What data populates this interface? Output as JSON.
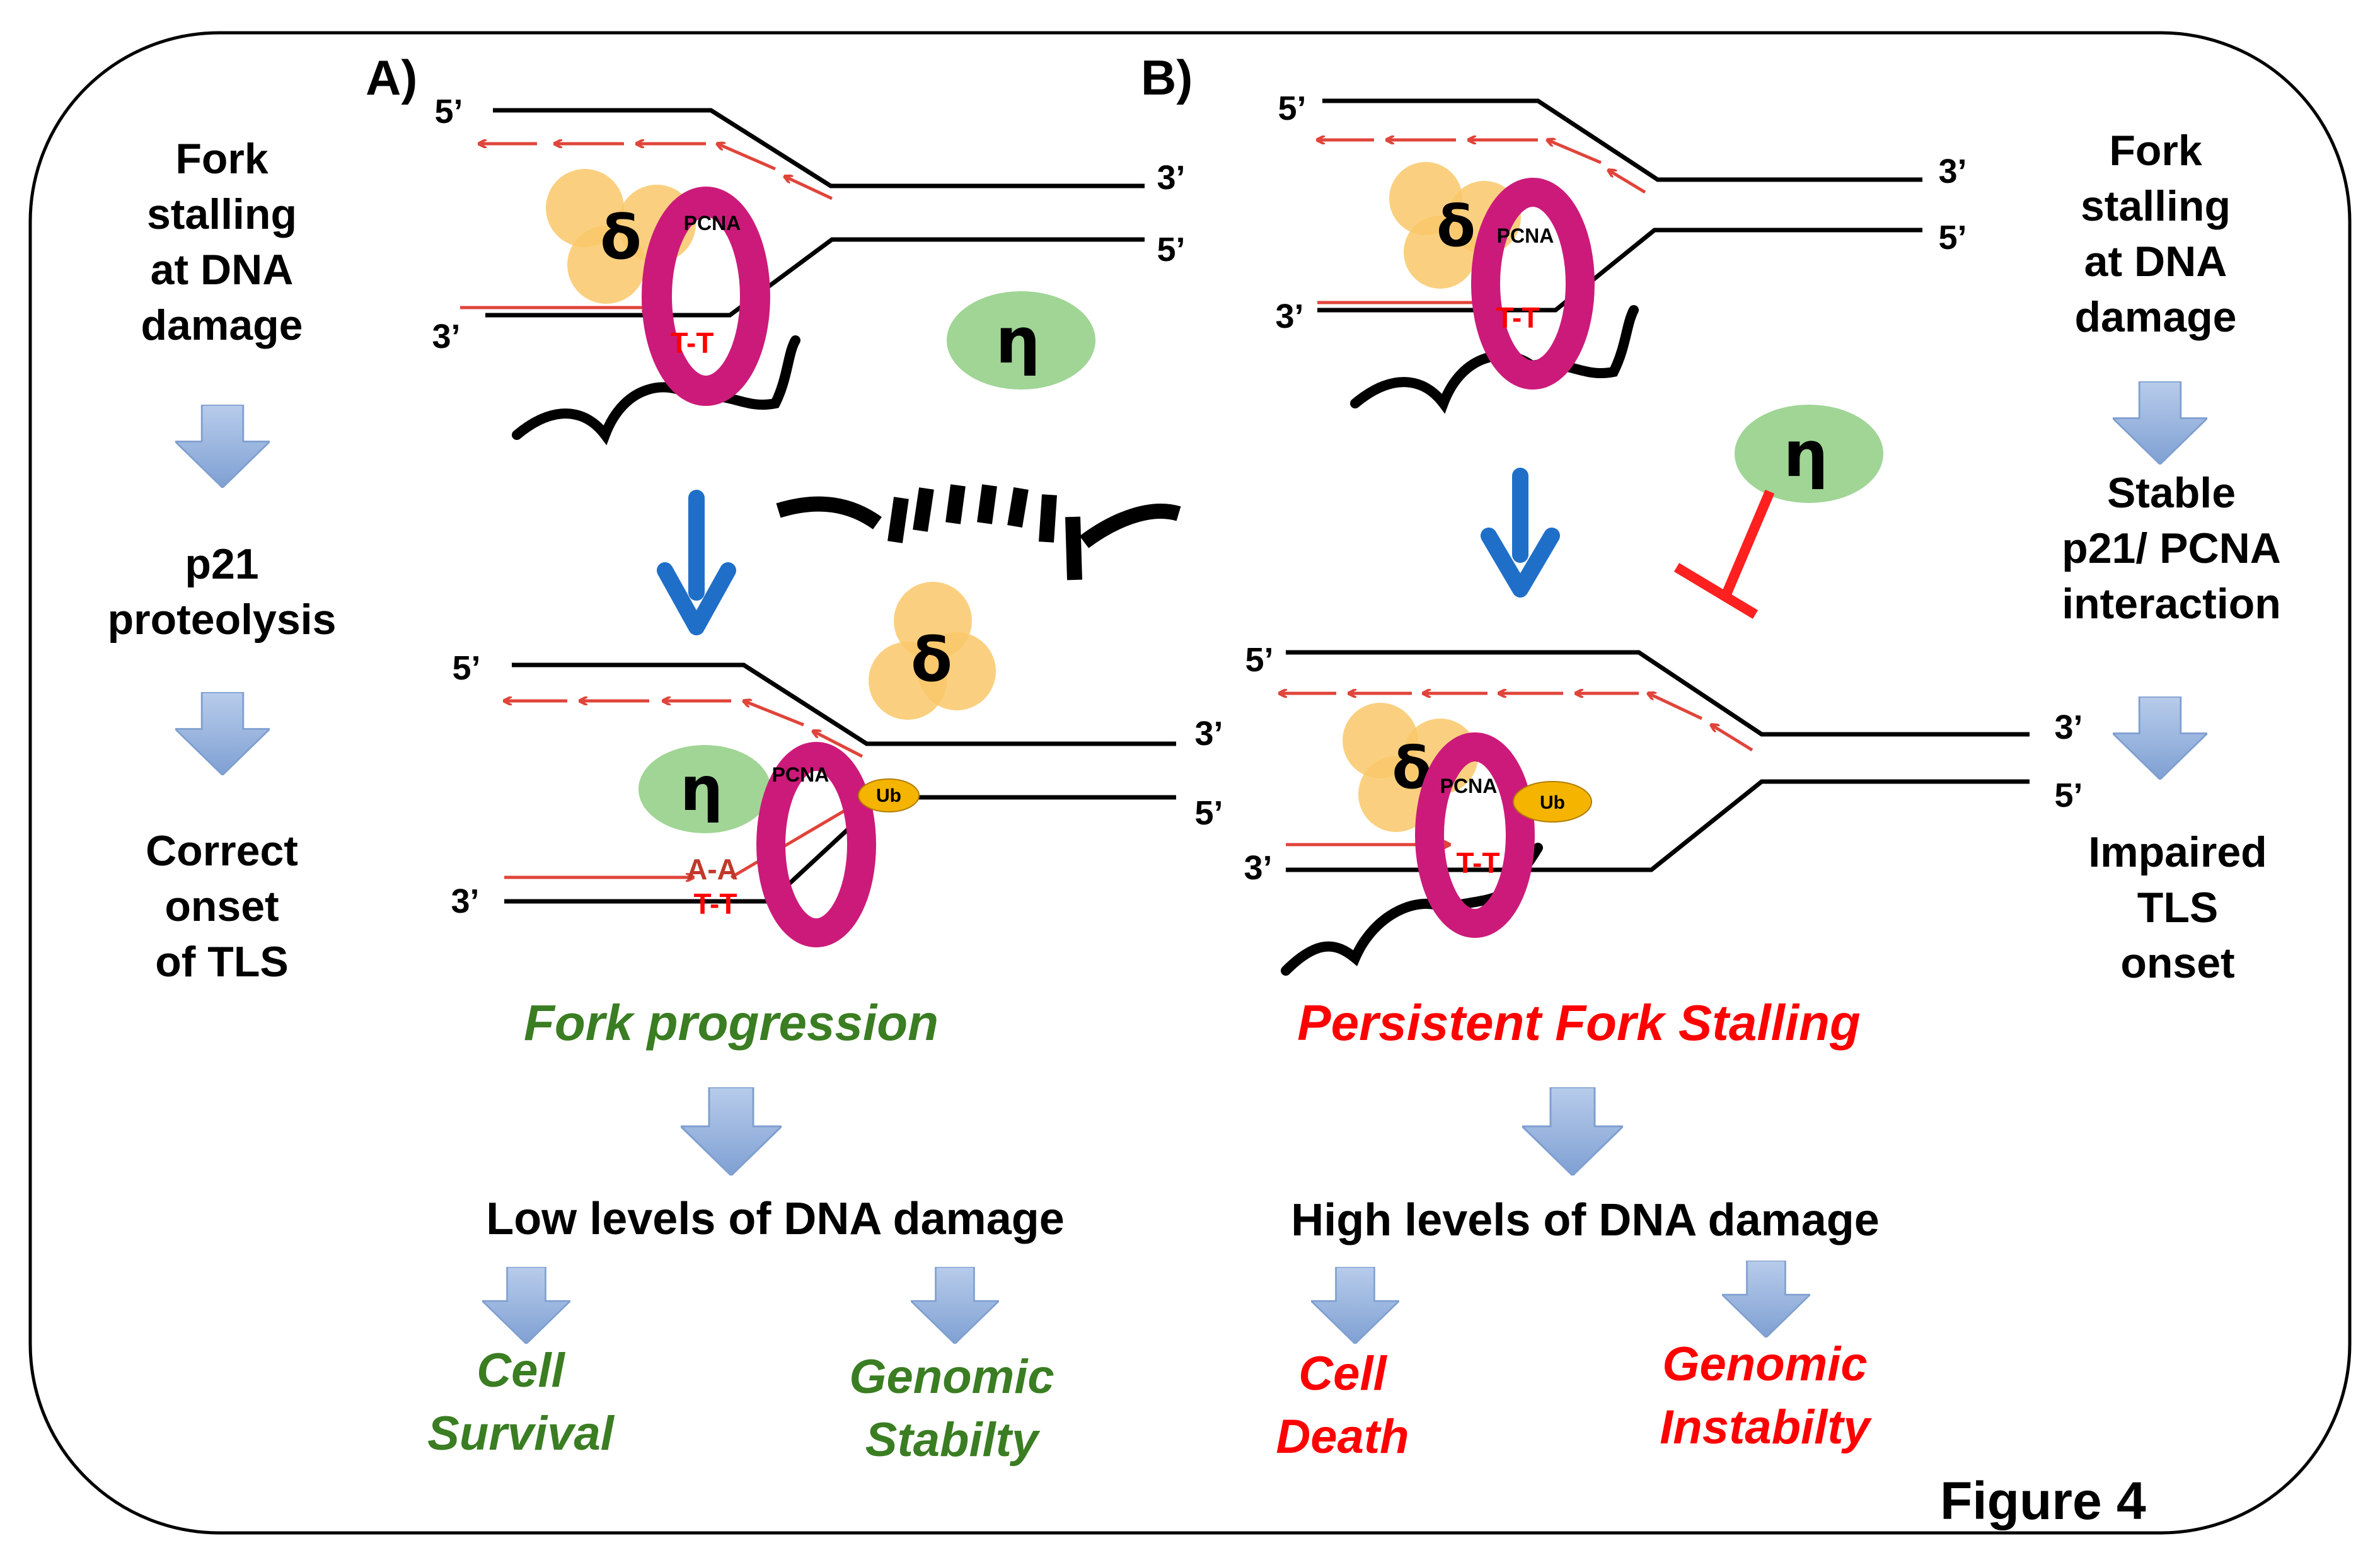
{
  "figure_label": "Figure 4",
  "colors": {
    "green_text": "#3a7d22",
    "red_text": "#ff0000",
    "dna_strand": "#000000",
    "primer_arrow": "#e0443a",
    "polymerase_delta": "#f9c86a",
    "polymerase_eta": "#8fce83",
    "pcna": "#cc1a7a",
    "ubiquitin": "#f5b400",
    "block_arrow": "#8fb0dc",
    "process_arrow": "#1f6fc9",
    "inhibition": "#ff2020"
  },
  "panel_a": {
    "label": "A)",
    "side_steps": [
      "Fork\nstalling\nat DNA\ndamage",
      "p21\nproteolysis",
      "Correct\nonset\nof TLS"
    ],
    "top_fork": {
      "end_labels": [
        "5’",
        "3’",
        "5’",
        "3’"
      ],
      "delta": "δ",
      "eta": "η",
      "pcna": "PCNA",
      "lesion": "T-T"
    },
    "bottom_fork": {
      "end_labels": [
        "5’",
        "3’",
        "5’",
        "3’"
      ],
      "delta": "δ",
      "eta": "η",
      "pcna": "PCNA",
      "lesion_pair": "A-A",
      "lesion": "T-T",
      "ub": "Ub"
    },
    "outcome": "Fork progression",
    "damage_level": "Low levels of DNA damage",
    "effects": [
      "Cell\nSurvival",
      "Genomic\nStabilty"
    ]
  },
  "panel_b": {
    "label": "B)",
    "side_steps": [
      "Fork\nstalling\nat DNA\ndamage",
      "Stable\np21/ PCNA\ninteraction",
      "Impaired\nTLS\nonset"
    ],
    "top_fork": {
      "end_labels": [
        "5’",
        "3’",
        "5’",
        "3’"
      ],
      "delta": "δ",
      "pcna": "PCNA",
      "lesion": "T-T"
    },
    "eta_blocked": "η",
    "bottom_fork": {
      "end_labels": [
        "5’",
        "3’",
        "5’",
        "3’"
      ],
      "delta": "δ",
      "pcna": "PCNA",
      "lesion": "T-T",
      "ub": "Ub"
    },
    "outcome": "Persistent Fork Stalling",
    "damage_level": "High levels of DNA damage",
    "effects": [
      "Cell\nDeath",
      "Genomic\nInstabilty"
    ]
  }
}
